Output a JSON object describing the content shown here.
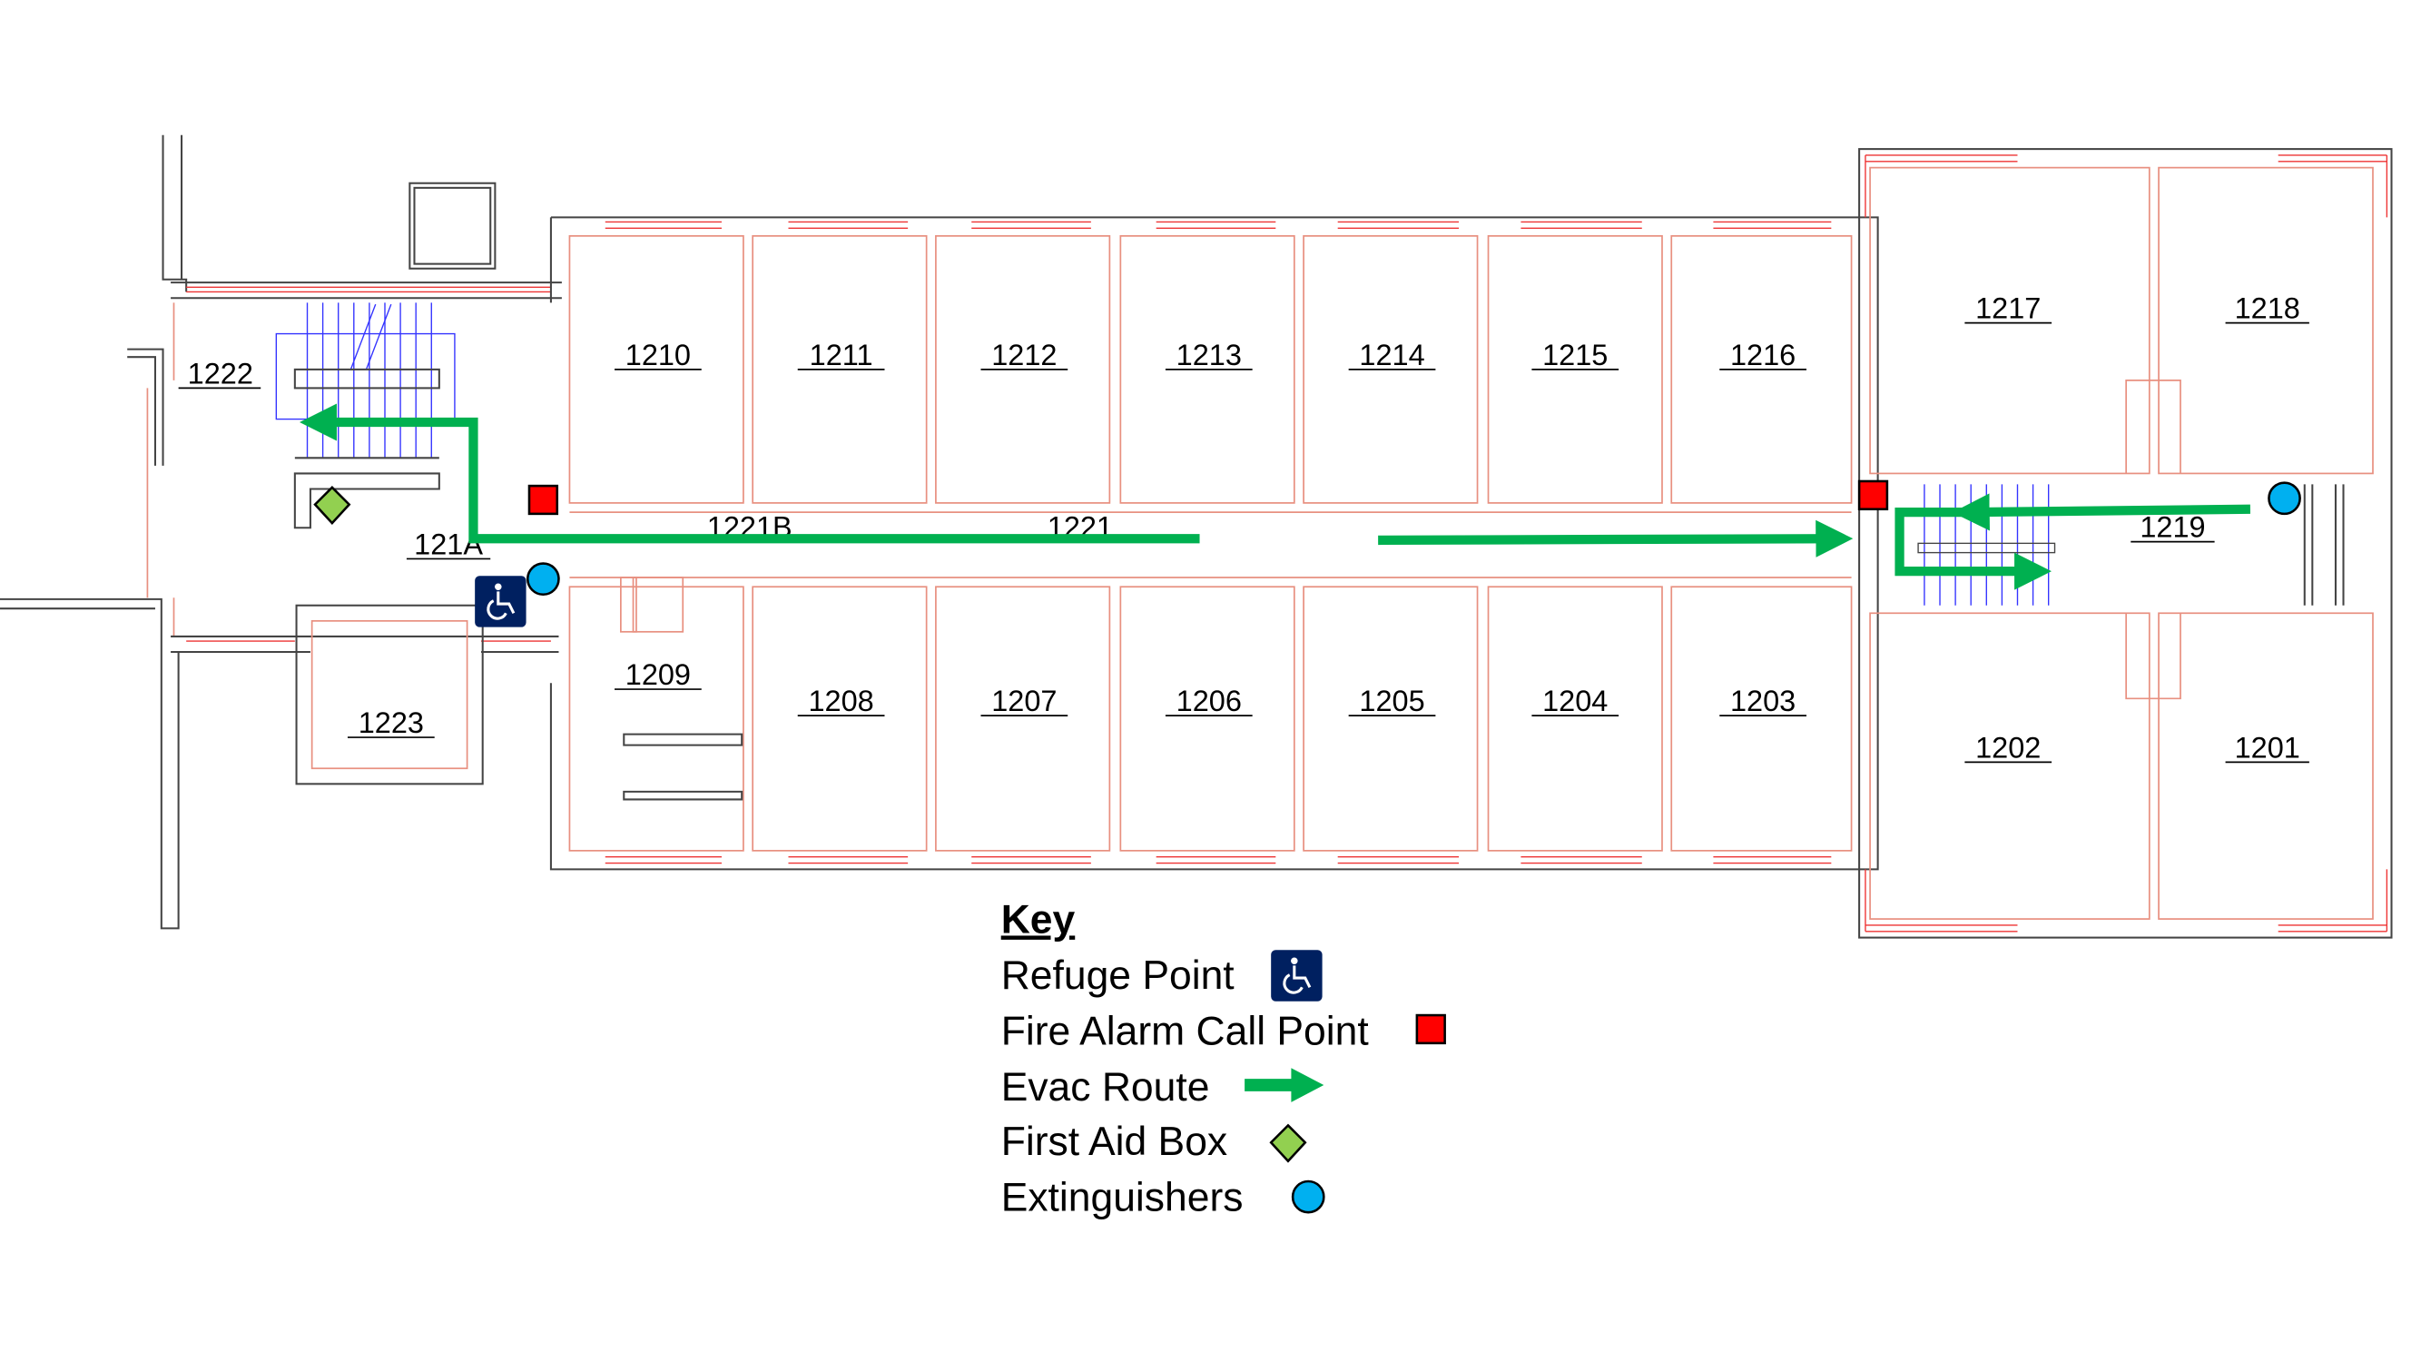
{
  "rooms": {
    "r1222": "1222",
    "r121A": "121A",
    "r1223": "1223",
    "r1209": "1209",
    "r1221B": "1221B",
    "r1221": "1221",
    "r1210": "1210",
    "r1211": "1211",
    "r1212": "1212",
    "r1213": "1213",
    "r1214": "1214",
    "r1215": "1215",
    "r1216": "1216",
    "r1208": "1208",
    "r1207": "1207",
    "r1206": "1206",
    "r1205": "1205",
    "r1204": "1204",
    "r1203": "1203",
    "r1217": "1217",
    "r1218": "1218",
    "r1219": "1219",
    "r1202": "1202",
    "r1201": "1201"
  },
  "key": {
    "title": "Key",
    "items": [
      {
        "label": "Refuge Point",
        "icon": "wheelchair-icon"
      },
      {
        "label": "Fire Alarm Call Point",
        "icon": "red-square-icon"
      },
      {
        "label": "Evac Route",
        "icon": "green-arrow-icon"
      },
      {
        "label": "First Aid Box",
        "icon": "green-diamond-icon"
      },
      {
        "label": "Extinguishers",
        "icon": "blue-circle-icon"
      }
    ]
  },
  "colors": {
    "route": "#00b050",
    "alarm": "#ff0000",
    "extinguisher": "#00b0f0",
    "refuge": "#002060",
    "firstaid": "#92d050"
  }
}
